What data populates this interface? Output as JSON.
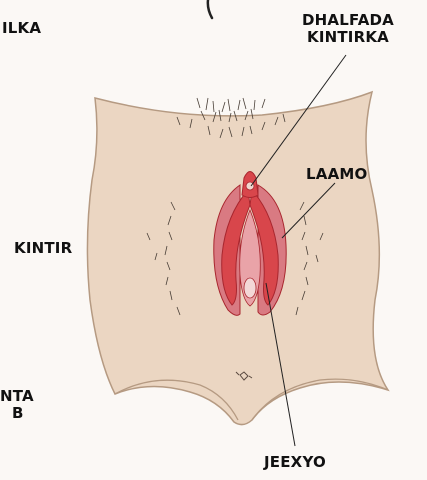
{
  "labels": {
    "top_left": "ILKA",
    "clitoral_hood_line1": "DHALFADA",
    "clitoral_hood_line2": "KINTIRKA",
    "labia": "LAAMO",
    "clitoris": "KINTIR",
    "bottom_left_line1": "NTA",
    "bottom_left_line2": "B",
    "vestibule": "JEEXYO"
  },
  "colors": {
    "background": "#fbf8f5",
    "skin": "#ebd6c2",
    "skin_shadow": "#dcc2ab",
    "hair": "#4a4038",
    "tissue_red": "#d8464b",
    "tissue_dark": "#a8262e",
    "tissue_pink": "#d97a82",
    "leader_line": "#222222"
  }
}
